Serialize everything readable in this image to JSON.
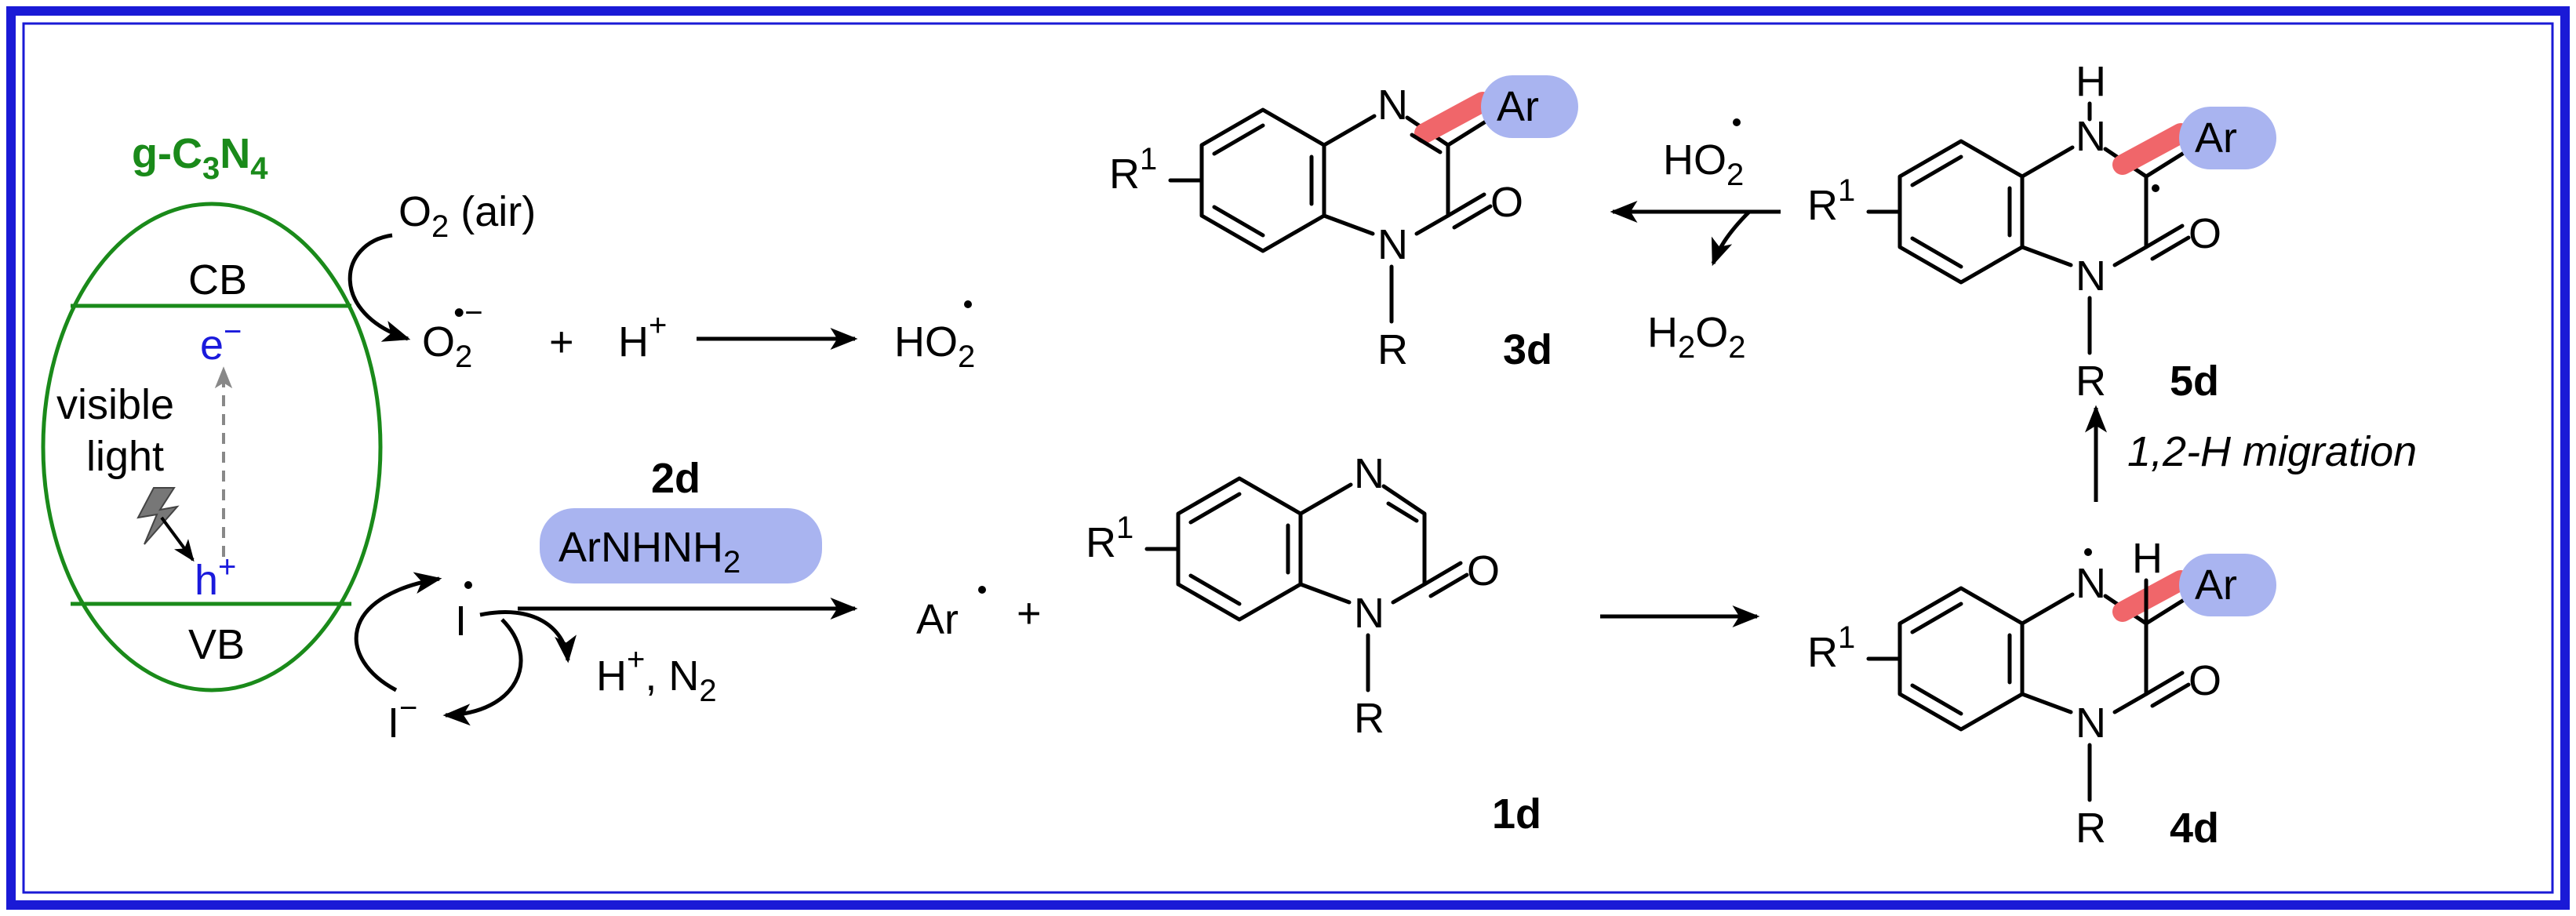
{
  "colors": {
    "frame": "#1a1ad6",
    "catalyst_green": "#1a8a1a",
    "electron_blue": "#1a1adc",
    "ar_highlight": "#a9b4f0",
    "bond_highlight": "#f0666a",
    "lightning_gray": "#777777"
  },
  "catalyst": {
    "name": "g-C",
    "sub3": "3",
    "n": "N",
    "sub4": "4",
    "cb": "CB",
    "vb": "VB",
    "electron": "e",
    "electron_charge": "−",
    "hole": "h",
    "hole_charge": "+",
    "light_line1": "visible",
    "light_line2": "light"
  },
  "reagents": {
    "o2": "O",
    "o2_sub": "2",
    "air": " (air)",
    "superoxide": "O",
    "superoxide_sub": "2",
    "superoxide_charge": "•−",
    "plus": "+",
    "proton": "H",
    "proton_charge": "+",
    "hydroperoxyl": "HO",
    "hydroperoxyl_sub": "2",
    "iodine_radical": "I",
    "iodide": "I",
    "iodide_charge": "−",
    "byproducts": "H",
    "byproducts_charge": "+",
    "byproducts_rest": ", N",
    "byproducts_sub": "2",
    "aryl_radical": "Ar",
    "plus2": "+",
    "h2o2_h": "H",
    "h2o2_sub1": "2",
    "h2o2_o": "O",
    "h2o2_sub2": "2",
    "hydrazine_label": "2d",
    "hydrazine": "ArNHNH",
    "hydrazine_sub": "2",
    "migration": "1,2-H migration"
  },
  "compounds": {
    "c1d": "1d",
    "c3d": "3d",
    "c4d": "4d",
    "c5d": "5d",
    "r1": "R",
    "r1_sup": "1",
    "n": "N",
    "o": "O",
    "r": "R",
    "h": "H",
    "ar": "Ar"
  }
}
